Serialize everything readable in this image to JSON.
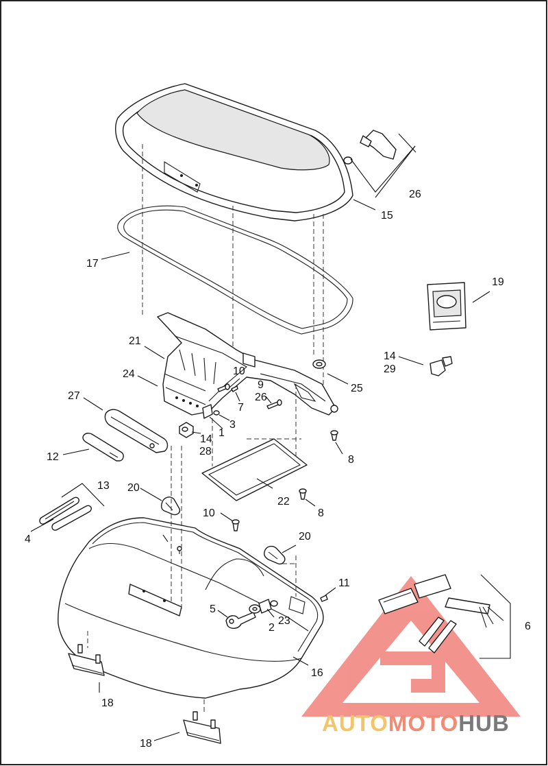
{
  "diagram": {
    "callouts": [
      "1",
      "2",
      "3",
      "4",
      "5",
      "6",
      "7",
      "8",
      "8",
      "9",
      "10",
      "10",
      "11",
      "12",
      "13",
      "14",
      "14",
      "15",
      "16",
      "17",
      "18",
      "18",
      "19",
      "20",
      "20",
      "21",
      "22",
      "23",
      "24",
      "25",
      "26",
      "26",
      "27",
      "28",
      "29"
    ]
  },
  "watermark": {
    "text": "AUTOMOTOHUB",
    "part1": "AUTO",
    "part2": "MOTO",
    "part3": "HUB",
    "color_auto": "#f3c46a",
    "color_moto": "#ee8c75",
    "color_hub": "#7a7a7a",
    "triangle_color": "#f07068"
  },
  "colors": {
    "line": "#1a1a1a",
    "background": "#ffffff",
    "border": "#222222"
  }
}
